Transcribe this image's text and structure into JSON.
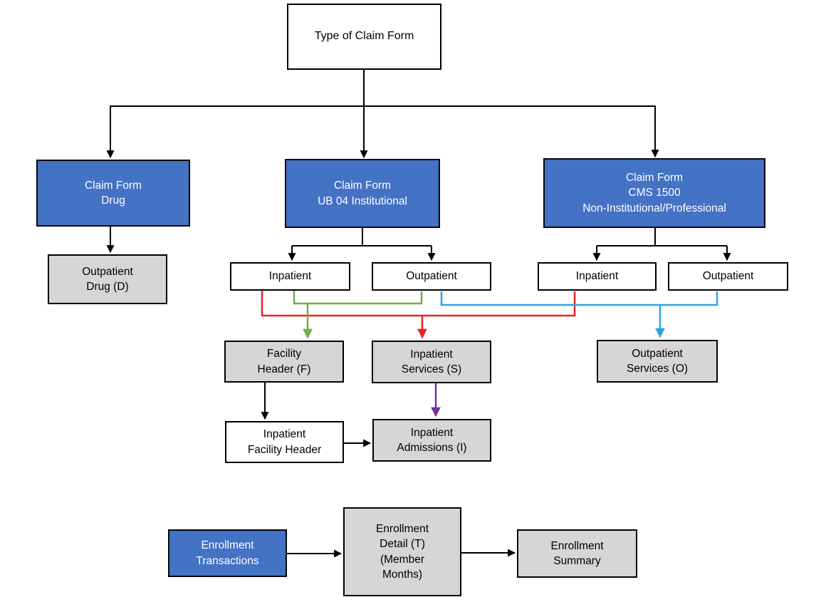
{
  "nodes": {
    "type_of_claim_form": "Type of Claim Form",
    "claim_form_drug": "Claim Form\nDrug",
    "claim_form_ub04": "Claim Form\nUB 04 Institutional",
    "claim_form_cms1500": "Claim Form\nCMS 1500\nNon-Institutional/Professional",
    "outpatient_drug": "Outpatient\nDrug (D)",
    "ub04_inpatient": "Inpatient",
    "ub04_outpatient": "Outpatient",
    "cms1500_inpatient": "Inpatient",
    "cms1500_outpatient": "Outpatient",
    "facility_header": "Facility\nHeader (F)",
    "inpatient_services": "Inpatient\nServices (S)",
    "outpatient_services": "Outpatient\nServices (O)",
    "inpatient_facility_header": "Inpatient\nFacility Header",
    "inpatient_admissions": "Inpatient\nAdmissions (I)",
    "enrollment_transactions": "Enrollment\nTransactions",
    "enrollment_detail": "Enrollment\nDetail (T)\n(Member\nMonths)",
    "enrollment_summary": "Enrollment\nSummary"
  },
  "colors": {
    "node_blue_fill": "#4472C4",
    "node_blue_text": "#FFFFFF",
    "node_gray_fill": "#D6D6D6",
    "node_white_fill": "#FFFFFF",
    "node_border": "#000000",
    "connector_black": "#000000",
    "connector_red": "#E8251F",
    "connector_green": "#70AD47",
    "connector_blue": "#2CA4DF",
    "connector_purple": "#7030A0"
  }
}
